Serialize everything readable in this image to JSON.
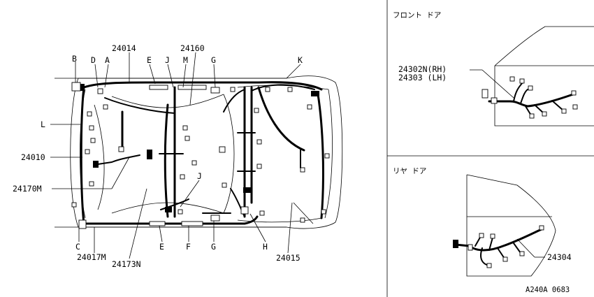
{
  "main_labels": {
    "b": "B",
    "d": "D",
    "a": "A",
    "p24014": "24014",
    "e_top": "E",
    "j_top": "J",
    "m": "M",
    "p24160": "24160",
    "g_top": "G",
    "k": "K",
    "l": "L",
    "p24010": "24010",
    "p24170m": "24170M",
    "c": "C",
    "p24017m": "24017M",
    "p24173n": "24173N",
    "e_bot": "E",
    "f": "F",
    "g_bot": "G",
    "j_mid": "J",
    "h": "H",
    "p24015": "24015"
  },
  "front_door": {
    "title": "フロント ドア",
    "part_rh": "24302N(RH)",
    "part_lh": "24303 (LH)"
  },
  "rear_door": {
    "title": "リヤ ドア",
    "part": "24304"
  },
  "figure_code": "A240A 0683"
}
